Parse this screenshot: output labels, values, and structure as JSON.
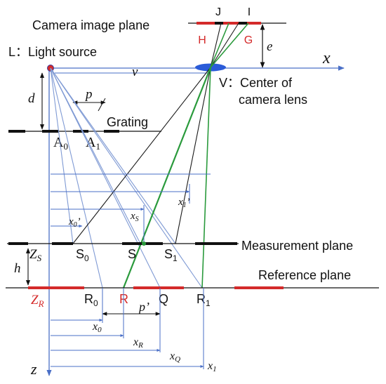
{
  "colors": {
    "axis": "#4a6fc7",
    "ray_blue": "#7f9ad4",
    "ray_black": "#1a1a1a",
    "ray_green": "#2a9a3c",
    "red": "#d42a2a",
    "lens": "#2a5bd8",
    "text": "#111111"
  },
  "labels": {
    "camera_plane": "Camera image plane",
    "light_source": "L：Light source",
    "lens_center_1": "V：Center of",
    "lens_center_2": "camera lens",
    "grating": "Grating",
    "measurement": "Measurement plane",
    "reference": "Reference plane",
    "J": "J",
    "I": "I",
    "H": "H",
    "G": "G",
    "e": "e",
    "x_axis": "x",
    "v": "v",
    "d": "d",
    "p": "p",
    "A": "A",
    "A0_sub": "0",
    "A1_sub": "1",
    "z_axis": "z",
    "h": "h",
    "Z": "Z",
    "ZS_sub": "S",
    "ZR_sub": "R",
    "S0": "S",
    "S0_sub": "0",
    "S": "S",
    "S1": "S",
    "S1_sub": "1",
    "R0": "R",
    "R0_sub": "0",
    "R": "R",
    "Q": "Q",
    "R1": "R",
    "R1_sub": "1",
    "p_prime": "p’",
    "x0_prime": "x",
    "x0_prime_sub": "0",
    "x0_prime_mark": "’",
    "xS_upper": "x",
    "xS_upper_sub": "S",
    "x1_prime": "x",
    "x1_prime_sub": "1",
    "x1_prime_mark": "’",
    "x0": "x",
    "x0_sub": "0",
    "xR": "x",
    "xR_sub": "R",
    "xQ": "x",
    "xQ_sub": "Q",
    "x1": "x",
    "x1_sub": "1"
  }
}
